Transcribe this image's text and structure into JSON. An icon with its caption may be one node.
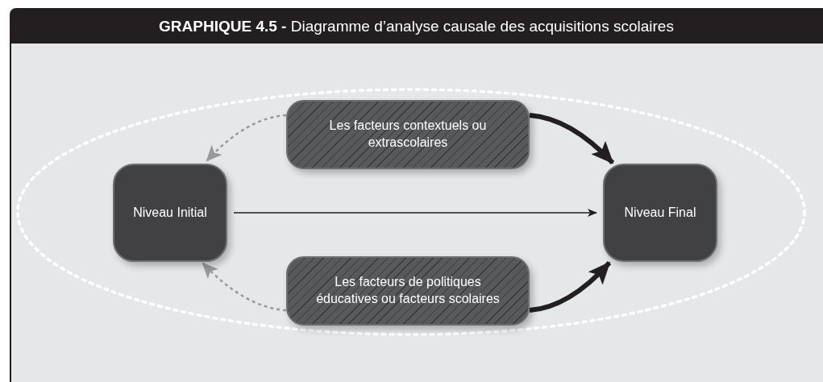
{
  "diagram": {
    "title": "**GRAPHIQUE 4.5 -** Diagramme d’analyse causale des acquisitions scolaires",
    "nodes": [
      {
        "text": [
          "Niveau Initial"
        ]
      },
      {
        "text": [
          "Niveau Final"
        ]
      },
      {
        "text": [
          "Les facteurs contextuels ou extrascolaires"
        ]
      },
      {
        "text": [
          "Les facteurs de politiques éducatives ou facteurs scolaires"
        ]
      }
    ],
    "edges": [
      {
        "from": 0,
        "to": 1,
        "arrow": "to"
      },
      {
        "from": 2,
        "to": 1,
        "arrow": "to",
        "style": "thick"
      },
      {
        "from": 3,
        "to": 1,
        "arrow": "to",
        "style": "thick"
      },
      {
        "from": 2,
        "to": 0,
        "arrow": "to",
        "style": "dashed",
        "color": "#999999"
      },
      {
        "from": 3,
        "to": 0,
        "arrow": "to",
        "style": "dashed",
        "color": "#999999"
      }
    ]
  }
}
